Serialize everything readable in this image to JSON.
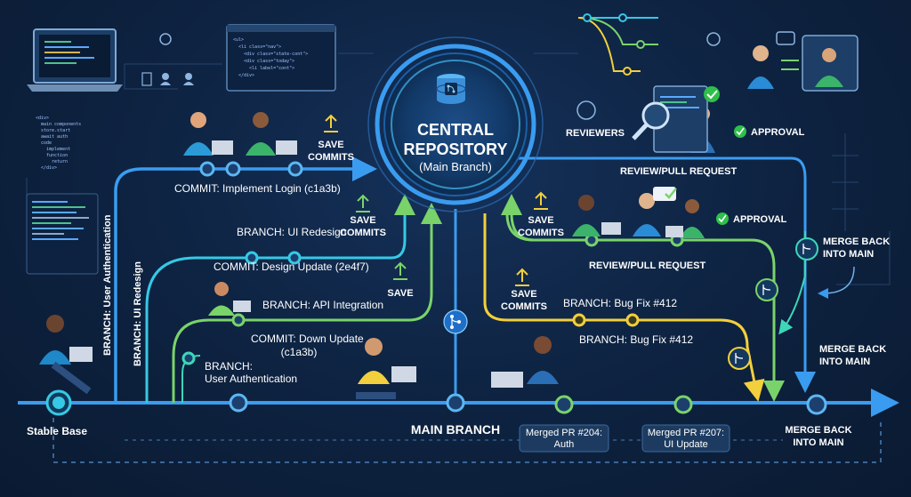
{
  "hub": {
    "title_line1": "CENTRAL",
    "title_line2": "REPOSITORY",
    "subtitle": "(Main Branch)"
  },
  "main": {
    "stable_base": "Stable Base",
    "main_branch": "MAIN BRANCH",
    "merged_pr_auth_line1": "Merged PR #204:",
    "merged_pr_auth_line2": "Auth",
    "merged_pr_ui_line1": "Merged PR #207:",
    "merged_pr_ui_line2": "UI Update",
    "merge_back_bottom_line1": "MERGE BACK",
    "merge_back_bottom_line2": "INTO MAIN"
  },
  "branches": {
    "user_auth_vertical": "BRANCH: User Authentication",
    "ui_redesign_vertical": "BRANCH: UI Redesign",
    "commit_login": "COMMIT: Implement Login (c1a3b)",
    "ui_redesign": "BRANCH: UI Redesign",
    "commit_design": "COMMIT: Design Update (2e4f7)",
    "api_integration": "BRANCH: API Integration",
    "commit_down_line1": "COMMIT: Down Update",
    "commit_down_line2": "(c1a3b)",
    "user_auth_line1": "BRANCH:",
    "user_auth_line2": "User Authentication",
    "bug_fix_1": "BRANCH: Bug Fix #412",
    "bug_fix_2": "BRANCH: Bug  Fix #412"
  },
  "actions": {
    "save_commits_1_line1": "SAVE",
    "save_commits_1_line2": "COMMITS",
    "save_commits_2_line1": "SAVE",
    "save_commits_2_line2": "COMMITS",
    "save": "SAVE",
    "save_commits_3_line1": "SAVE",
    "save_commits_3_line2": "COMMITS",
    "save_commits_4_line1": "SAVE",
    "save_commits_4_line2": "COMMITS"
  },
  "review": {
    "reviewers": "REVIEWERS",
    "approval_1": "APPROVAL",
    "review_pr_1": "REVIEW/PULL REQUEST",
    "approval_2": "APPROVAL",
    "review_pr_2": "REVIEW/PULL REQUEST",
    "merge_back_line1": "MERGE BACK",
    "merge_back_line2": "INTO MAIN",
    "merge_back_mid_line1": "MERGE BACK",
    "merge_back_mid_line2": "INTO MAIN"
  },
  "colors": {
    "main_blue": "#3a9cf0",
    "cyan": "#35c9e6",
    "green": "#7ad36a",
    "yellow": "#f2cf3c",
    "teal_line": "#3fd6b8",
    "background": "#0e2443",
    "approval_green": "#2fbf4a"
  }
}
